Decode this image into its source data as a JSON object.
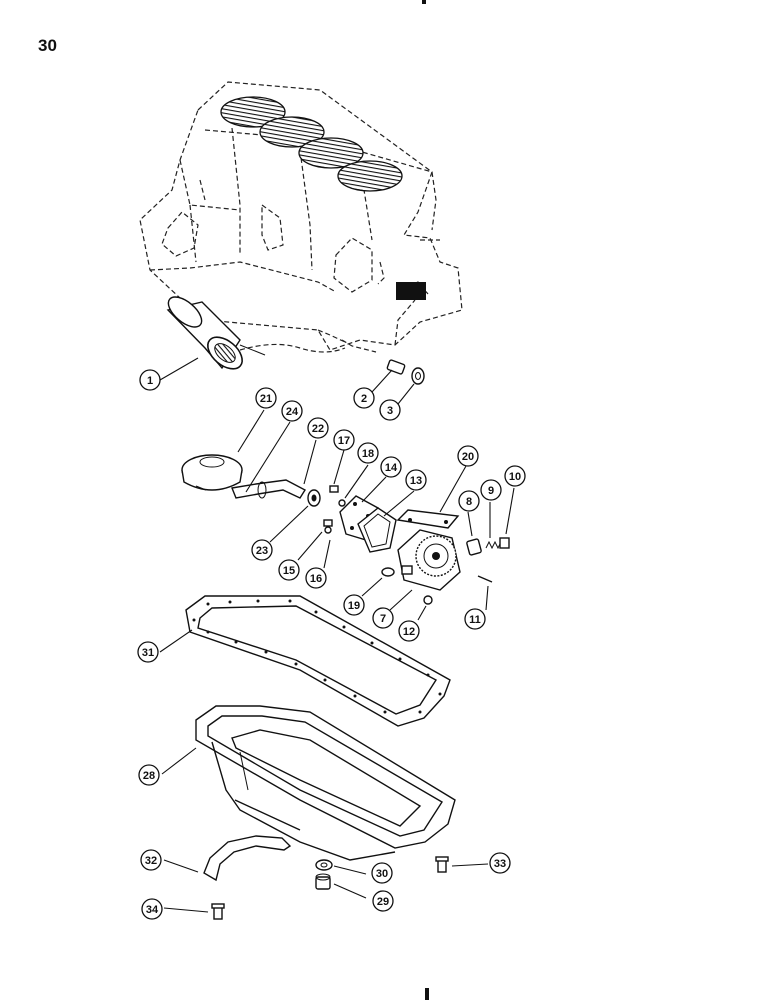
{
  "page_number": "30",
  "callouts": [
    "1",
    "2",
    "3",
    "21",
    "24",
    "22",
    "17",
    "18",
    "14",
    "13",
    "20",
    "8",
    "9",
    "10",
    "23",
    "15",
    "16",
    "19",
    "7",
    "12",
    "11",
    "31",
    "28",
    "32",
    "30",
    "33",
    "29",
    "34"
  ]
}
